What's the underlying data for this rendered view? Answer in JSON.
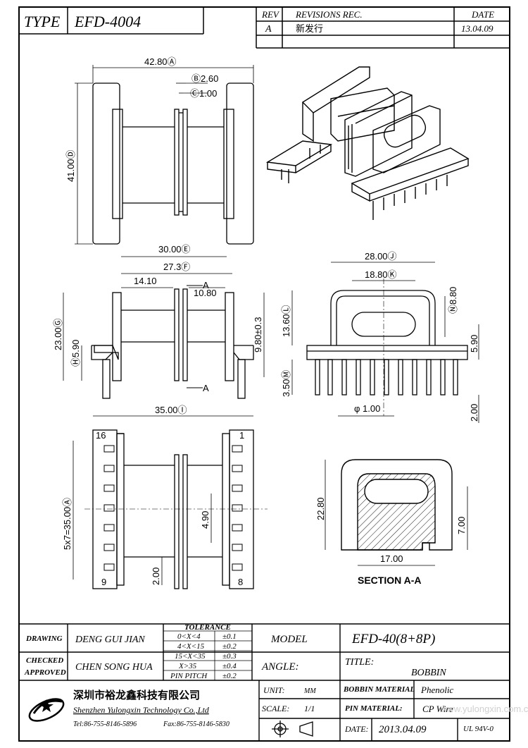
{
  "header": {
    "type_label": "TYPE",
    "type_value": "EFD-4004",
    "rev_label": "REV",
    "revisions_label": "REVISIONS REC.",
    "date_label": "DATE",
    "rev_value": "A",
    "revision_text": "新发行",
    "rev_date": "13.04.09"
  },
  "dimensions": {
    "top_width": "42.80Ⓐ",
    "top_b": "Ⓑ2.60",
    "top_c": "Ⓒ1.00",
    "top_height": "41.00Ⓓ",
    "side_width": "30.00Ⓔ",
    "side_f": "27.3Ⓕ",
    "side_14": "14.10",
    "side_1080": "10.80",
    "side_height": "23.00Ⓖ",
    "side_590": "Ⓗ5.90",
    "side_980": "9.80±0.3",
    "section_a": "A",
    "end_width": "28.00Ⓙ",
    "end_k": "18.80Ⓚ",
    "end_n": "Ⓝ8.80",
    "end_l": "13.60Ⓛ",
    "end_590": "5.90",
    "end_m": "3.50Ⓜ",
    "end_pin": "φ 1.00",
    "end_200": "2.00",
    "bottom_width": "35.00Ⓘ",
    "bottom_pitch": "5x7=35.00Ⓐ",
    "bottom_490": "4.90",
    "bottom_200": "2.00",
    "pin_1": "1",
    "pin_16": "16",
    "pin_9": "9",
    "pin_8": "8",
    "sec_2280": "22.80",
    "sec_1700": "17.00",
    "sec_700": "7.00",
    "section_title": "SECTION A-A"
  },
  "title_block": {
    "drawing_label": "DRAWING",
    "drawing_name": "DENG GUI JIAN",
    "checked_label": "CHECKED",
    "approved_label": "APPROVED",
    "approver_name": "CHEN SONG HUA",
    "tolerance_title": "TOLERANCE",
    "tolerances": [
      {
        "range": "0<X<4",
        "value": "±0.1"
      },
      {
        "range": "4<X<15",
        "value": "±0.2"
      },
      {
        "range": "15<X<35",
        "value": "±0.3"
      },
      {
        "range": "X>35",
        "value": "±0.4"
      },
      {
        "range": "PIN PITCH",
        "value": "±0.2"
      }
    ],
    "model_label": "MODEL",
    "model_value": "EFD-40(8+8P)",
    "angle_label": "ANGLE:",
    "title_label": "TITLE:",
    "title_value": "BOBBIN",
    "company_cn": "深圳市裕龙鑫科技有限公司",
    "company_en": "Shenzhen Yulongxin Technology Co.,Ltd",
    "tel": "Tel:86-755-8146-5896",
    "fax": "Fax:86-755-8146-5830",
    "unit_label": "UNIT:",
    "unit_value": "MM",
    "scale_label": "SCALE:",
    "scale_value": "1/1",
    "bobbin_material_label": "BOBBIN MATERIAL",
    "bobbin_material_value": "Phenolic",
    "pin_material_label": "PIN MATERIAL:",
    "pin_material_value": "CP Wire",
    "date_label": "DATE:",
    "date_value": "2013.04.09",
    "rating": "UL 94V-0",
    "watermark": "www.yulongxin.com.cn"
  }
}
